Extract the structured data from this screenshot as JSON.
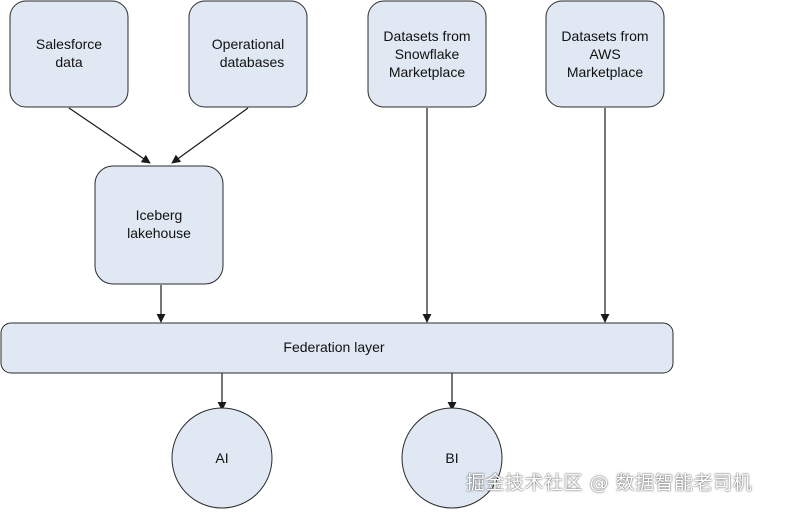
{
  "diagram": {
    "nodes": {
      "salesforce": {
        "lines": [
          "Salesforce",
          "data"
        ]
      },
      "operational": {
        "lines": [
          "Operational",
          "databases"
        ]
      },
      "snowflake": {
        "lines": [
          "Datasets from",
          "Snowflake",
          "Marketplace"
        ]
      },
      "aws": {
        "lines": [
          "Datasets from",
          "AWS",
          "Marketplace"
        ]
      },
      "iceberg": {
        "lines": [
          "Iceberg",
          "lakehouse"
        ]
      },
      "federation": {
        "lines": [
          "Federation layer"
        ]
      },
      "ai": {
        "lines": [
          "AI"
        ]
      },
      "bi": {
        "lines": [
          "BI"
        ]
      }
    },
    "edges": [
      {
        "from": "salesforce",
        "to": "iceberg"
      },
      {
        "from": "operational",
        "to": "iceberg"
      },
      {
        "from": "iceberg",
        "to": "federation"
      },
      {
        "from": "snowflake",
        "to": "federation"
      },
      {
        "from": "aws",
        "to": "federation"
      },
      {
        "from": "federation",
        "to": "ai"
      },
      {
        "from": "federation",
        "to": "bi"
      }
    ],
    "colors": {
      "node_fill": "#dfe8f3",
      "node_stroke": "#2b2b2b",
      "edge": "#1a1a1a",
      "text": "#111111"
    }
  },
  "watermark": "掘金技术社区 @ 数据智能老司机"
}
